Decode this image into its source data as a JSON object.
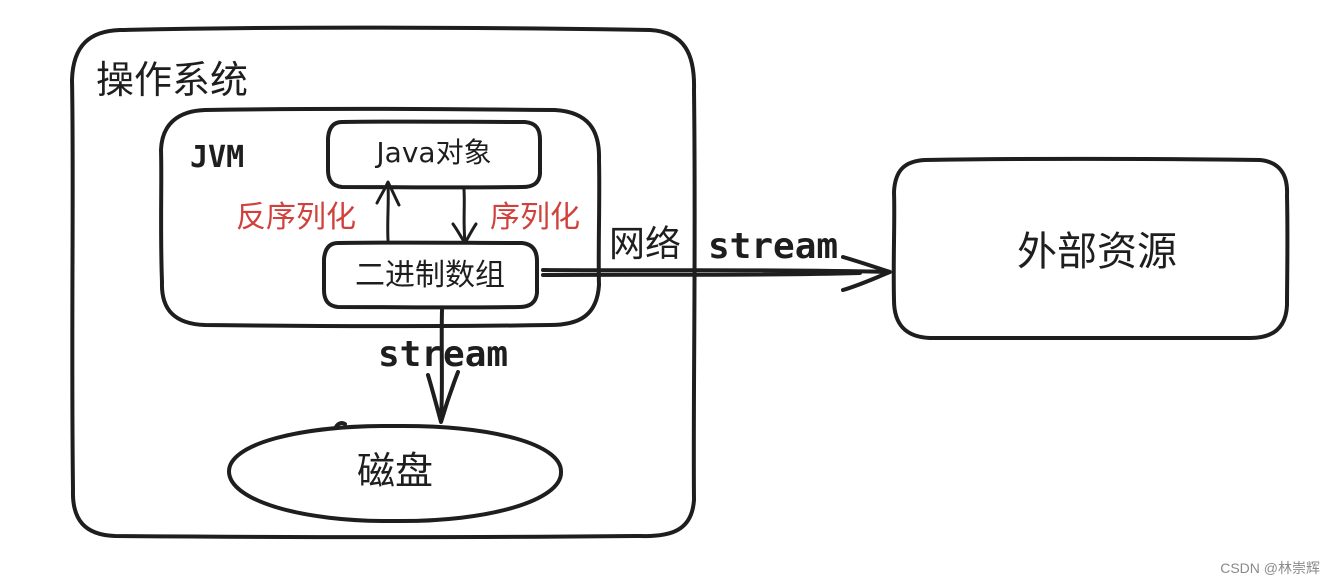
{
  "nodes": {
    "os": {
      "label": "操作系统"
    },
    "jvm": {
      "label": "JVM"
    },
    "java_object": {
      "label": "Java对象"
    },
    "binary_array": {
      "label": "二进制数组"
    },
    "disk": {
      "label": "磁盘"
    },
    "external": {
      "label": "外部资源"
    }
  },
  "edges": {
    "deserialize": {
      "label": "反序列化"
    },
    "serialize": {
      "label": "序列化"
    },
    "network": {
      "label": "网络"
    },
    "network_stream": {
      "label": "stream"
    },
    "disk_stream": {
      "label": "stream"
    }
  },
  "colors": {
    "stroke": "#1e1e1e",
    "red_label": "#d0403c"
  },
  "watermark": "CSDN @林崇辉"
}
